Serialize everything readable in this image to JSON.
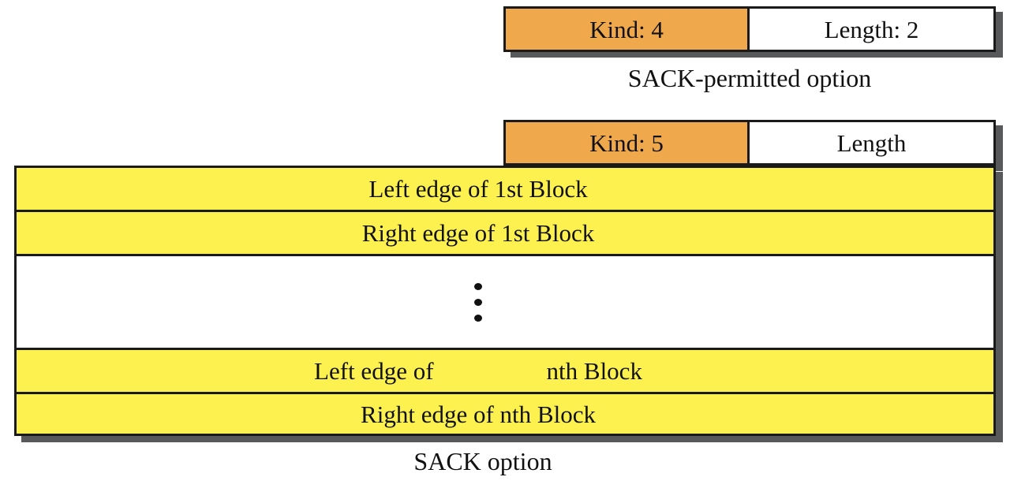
{
  "colors": {
    "orange": "#F0A84C",
    "yellow": "#FDF150",
    "shadow": "#58595B",
    "border": "#1A1A1A",
    "bg": "#FFFFFF",
    "text": "#111111"
  },
  "sack_permitted": {
    "kind": "Kind: 4",
    "length": "Length: 2",
    "caption": "SACK-permitted option"
  },
  "sack_option": {
    "kind": "Kind: 5",
    "length": "Length",
    "rows": {
      "left_1st": "Left edge of 1st Block",
      "right_1st": "Right edge of 1st Block",
      "left_nth_prefix": "Left edge of",
      "left_nth_suffix": "nth Block",
      "right_nth": "Right edge of nth Block"
    },
    "caption": "SACK option"
  },
  "icons": {
    "ellipsis": "vertical-ellipsis"
  }
}
